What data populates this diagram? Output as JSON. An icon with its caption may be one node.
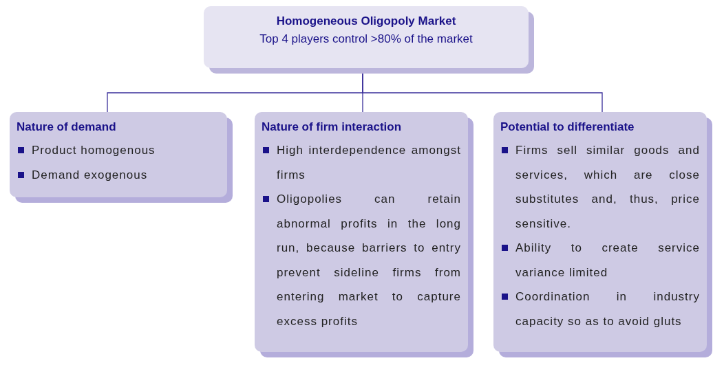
{
  "diagram": {
    "nodes": [
      {
        "text": [
          "Homogeneous Oligopoly Market",
          "Top 4 players control >80% of the market"
        ]
      },
      {
        "text": [
          "Nature of demand",
          "Product homogenous",
          "Demand exogenous"
        ]
      },
      {
        "text": [
          "Nature of firm interaction",
          "High interdependence amongst firms",
          "Oligopolies can retain abnormal profits in the long run, because barriers to entry prevent sideline firms from entering market to capture excess profits"
        ]
      },
      {
        "text": [
          "Potential to differentiate",
          "Firms sell similar goods and services, which are close substitutes and, thus, price sensitive.",
          "Ability to create service variance limited",
          "Coordination in industry capacity so as to avoid gluts"
        ]
      }
    ],
    "edges": [
      {
        "from": 0,
        "to": 1,
        "arrow": "none"
      },
      {
        "from": 0,
        "to": 2,
        "arrow": "none"
      },
      {
        "from": 0,
        "to": 3,
        "arrow": "none"
      }
    ]
  }
}
